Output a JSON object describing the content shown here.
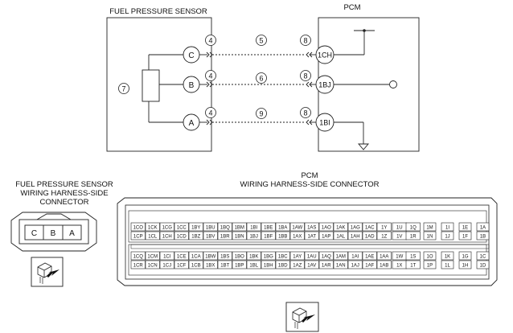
{
  "sensor_title": "FUEL PRESSURE SENSOR",
  "pcm_title": "PCM",
  "sensor_pins": [
    "C",
    "B",
    "A"
  ],
  "pcm_pins": [
    "1CH",
    "1BJ",
    "1BI"
  ],
  "callouts": {
    "sensor_body": "7",
    "sensor_conn": [
      "4",
      "4",
      "4"
    ],
    "wires": [
      "5",
      "6",
      "9"
    ],
    "pcm_conn": [
      "8",
      "8",
      "8"
    ]
  },
  "sensor_connector": {
    "title_lines": [
      "FUEL PRESSURE SENSOR",
      "WIRING HARNESS-SIDE",
      "CONNECTOR"
    ],
    "pins": [
      "C",
      "B",
      "A"
    ]
  },
  "pcm_connector": {
    "title_lines": [
      "PCM",
      "WIRING HARNESS-SIDE CONNECTOR"
    ],
    "upper_rows": [
      [
        "1CO",
        "1CK",
        "1CG",
        "1CC",
        "1BY",
        "1BU",
        "1BQ",
        "1BM",
        "1BI",
        "1BE",
        "1BA",
        "1AW",
        "1AS",
        "1AO",
        "1AK",
        "1AG",
        "1AC",
        "1Y",
        "1U",
        "1Q",
        "1M",
        "1I",
        "1E",
        "1A"
      ],
      [
        "1CP",
        "1CL",
        "1CH",
        "1CD",
        "1BZ",
        "1BV",
        "1BR",
        "1BN",
        "1BJ",
        "1BF",
        "1BB",
        "1AX",
        "1AT",
        "1AP",
        "1AL",
        "1AH",
        "1AD",
        "1Z",
        "1V",
        "1R",
        "1N",
        "1J",
        "1F",
        "1B"
      ]
    ],
    "lower_rows": [
      [
        "1CQ",
        "1CM",
        "1CI",
        "1CE",
        "1CA",
        "1BW",
        "1BS",
        "1BO",
        "1BK",
        "1BG",
        "1BC",
        "1AY",
        "1AU",
        "1AQ",
        "1AM",
        "1AI",
        "1AE",
        "1AA",
        "1W",
        "1S",
        "1O",
        "1K",
        "1G",
        "1C"
      ],
      [
        "1CR",
        "1CN",
        "1CJ",
        "1CF",
        "1CB",
        "1BX",
        "1BT",
        "1BP",
        "1BL",
        "1BH",
        "1BD",
        "1AZ",
        "1AV",
        "1AR",
        "1AN",
        "1AJ",
        "1AF",
        "1AB",
        "1X",
        "1T",
        "1P",
        "1L",
        "1H",
        "1D"
      ]
    ]
  }
}
